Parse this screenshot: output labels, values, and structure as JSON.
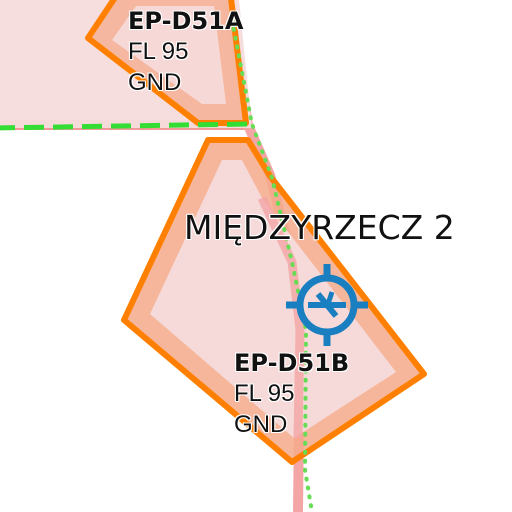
{
  "map": {
    "colors": {
      "zone_outline": "#ff8000",
      "zone_fill": "#f6dcdc",
      "zone_buffer": "#f4a98a",
      "boundary_green_dashed": "#33dd33",
      "boundary_green_dotted": "#66dd55",
      "boundary_pink": "#f29a9a",
      "airport_symbol": "#1a7fc0"
    },
    "zones": [
      {
        "name": "EP-D51A",
        "upper_limit": "FL 95",
        "lower_limit": "GND"
      },
      {
        "name": "EP-D51B",
        "upper_limit": "FL 95",
        "lower_limit": "GND"
      }
    ],
    "place_label": "MIĘDZYRZECZ 2",
    "airport_icon": "airfield-icon"
  }
}
